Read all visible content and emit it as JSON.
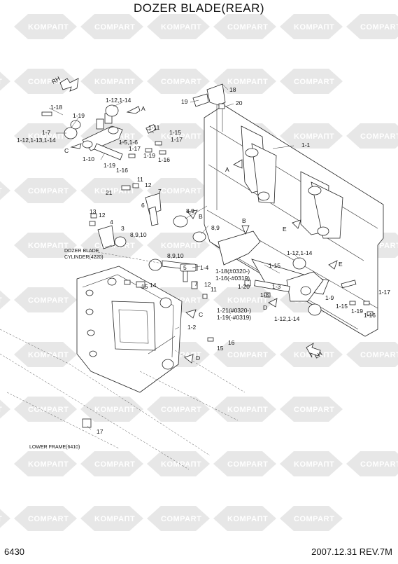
{
  "title": "DOZER BLADE(REAR)",
  "page_number": "6430",
  "revision": "2007.12.31  REV.7M",
  "watermark": {
    "left_word": "KOMPAПТ",
    "right_word": "COMPART"
  },
  "direction_markers": {
    "rh": "RH",
    "lh": "LH"
  },
  "annotations": {
    "dozer_blade_cylinder_line1": "DOZER BLADE",
    "dozer_blade_cylinder_line2": "CYLINDER(4220)",
    "lower_frame": "LOWER FRAME(6410)"
  },
  "callouts": {
    "c_18": "18",
    "c_19_top": "19",
    "c_20": "20",
    "c_1_1": "1-1",
    "c_1_18": "1-18",
    "c_1_19_a": "1-19",
    "c_1_7": "1-7",
    "c_1_12_13": "1-12,1-13,1-14",
    "c_1_12_14_a": "1-12,1-14",
    "c_1_5": "1-5,1-6",
    "c_1_11": "1-11",
    "c_1_15_a": "1-15",
    "c_1_17_a": "1-17",
    "c_1_17_b": "1-17",
    "c_1_10": "1-10",
    "c_1_19_b": "1-19",
    "c_1_16_a": "1-16",
    "c_1_19_c": "1-19",
    "c_1_16_b": "1-16",
    "c_21": "21",
    "c_11_a": "11",
    "c_12_a": "12",
    "c_7_a": "7",
    "c_6": "6",
    "c_13": "13",
    "c_12_b": "12",
    "c_4": "4",
    "c_3": "3",
    "c_8910_a": "8,9,10",
    "c_89_a": "8,9",
    "c_89_b": "8,9",
    "c_8910_b": "8,9,10",
    "c_5": "5",
    "c_1_4": "1-4",
    "c_1_12_14_b": "1-12,1-14",
    "c_1_18_0320": "1-18(#0320-)",
    "c_1_16_0319": "1-16(-#0319)",
    "c_1_15_b": "1-15",
    "c_1_20": "1-20",
    "c_1_8": "1-8",
    "c_1_3": "1-3",
    "c_1_21_0320": "1-21(#0320-)",
    "c_1_19_0319": "1-19(-#0319)",
    "c_1_9": "1-9",
    "c_1_15_c": "1-15",
    "c_1_19_d": "1-19",
    "c_1_16_c": "1-16",
    "c_1_17_c": "1-17",
    "c_1_12_14_c": "1-12,1-14",
    "c_14": "14",
    "c_15_a": "15",
    "c_7_b": "7",
    "c_12_c": "12",
    "c_11_b": "11",
    "c_1_2": "1-2",
    "c_15_b": "15",
    "c_16": "16",
    "c_17": "17"
  },
  "view_markers": {
    "A1": "A",
    "A2": "A",
    "B1": "B",
    "B2": "B",
    "C1": "C",
    "C2": "C",
    "D1": "D",
    "D2": "D",
    "E1": "E",
    "E2": "E"
  },
  "colors": {
    "watermark_fill": "#d4d4d4",
    "line": "#222222",
    "highlight": "#d40000"
  }
}
